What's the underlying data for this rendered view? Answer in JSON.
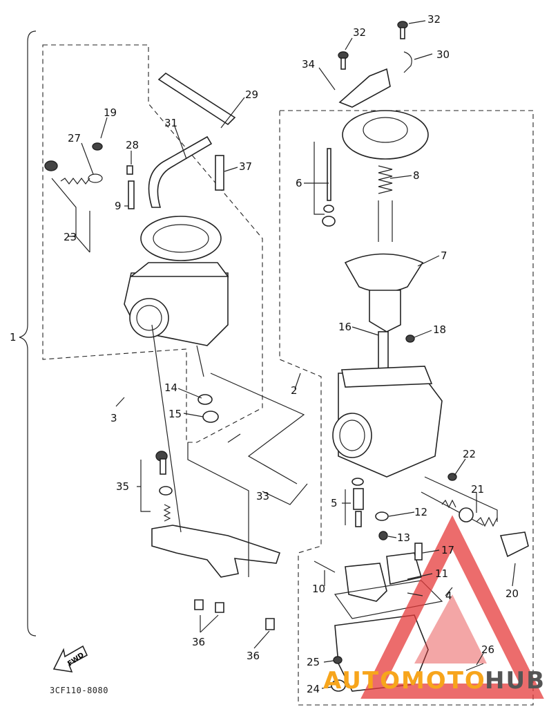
{
  "diagram": {
    "part_code": "3CF110-8080",
    "fwd_label": "FWD",
    "watermark": {
      "part1": "AUTOMOTO",
      "part2": "HUB",
      "color_primary": "#f7a51c",
      "color_secondary": "#555555",
      "logo_color": "#e63b3b"
    },
    "labels": [
      {
        "id": "1",
        "text": "1"
      },
      {
        "id": "2",
        "text": "2"
      },
      {
        "id": "3",
        "text": "3"
      },
      {
        "id": "4",
        "text": "4"
      },
      {
        "id": "5",
        "text": "5"
      },
      {
        "id": "6",
        "text": "6"
      },
      {
        "id": "7",
        "text": "7"
      },
      {
        "id": "8",
        "text": "8"
      },
      {
        "id": "9",
        "text": "9"
      },
      {
        "id": "10",
        "text": "10"
      },
      {
        "id": "11",
        "text": "11"
      },
      {
        "id": "12",
        "text": "12"
      },
      {
        "id": "13",
        "text": "13"
      },
      {
        "id": "14",
        "text": "14"
      },
      {
        "id": "15",
        "text": "15"
      },
      {
        "id": "16",
        "text": "16"
      },
      {
        "id": "17",
        "text": "17"
      },
      {
        "id": "18",
        "text": "18"
      },
      {
        "id": "19",
        "text": "19"
      },
      {
        "id": "20",
        "text": "20"
      },
      {
        "id": "21",
        "text": "21"
      },
      {
        "id": "22",
        "text": "22"
      },
      {
        "id": "23",
        "text": "23"
      },
      {
        "id": "24",
        "text": "24"
      },
      {
        "id": "25",
        "text": "25"
      },
      {
        "id": "26",
        "text": "26"
      },
      {
        "id": "27",
        "text": "27"
      },
      {
        "id": "28",
        "text": "28"
      },
      {
        "id": "29",
        "text": "29"
      },
      {
        "id": "30",
        "text": "30"
      },
      {
        "id": "31",
        "text": "31"
      },
      {
        "id": "32a",
        "text": "32"
      },
      {
        "id": "32b",
        "text": "32"
      },
      {
        "id": "33",
        "text": "33"
      },
      {
        "id": "34",
        "text": "34"
      },
      {
        "id": "35",
        "text": "35"
      },
      {
        "id": "36a",
        "text": "36"
      },
      {
        "id": "36b",
        "text": "36"
      },
      {
        "id": "37",
        "text": "37"
      }
    ]
  }
}
